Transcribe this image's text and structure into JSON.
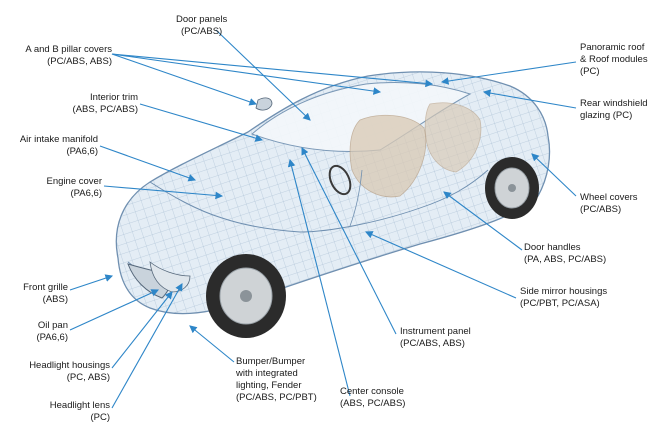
{
  "diagram": {
    "labels": {
      "door_panels": {
        "line1": "Door panels",
        "line2": "(PC/ABS)"
      },
      "pillar_covers": {
        "line1": "A and B pillar covers",
        "line2": "(PC/ABS, ABS)"
      },
      "interior_trim": {
        "line1": "Interior trim",
        "line2": "(ABS, PC/ABS)"
      },
      "air_intake": {
        "line1": "Air intake manifold",
        "line2": "(PA6,6)"
      },
      "engine_cover": {
        "line1": "Engine cover",
        "line2": "(PA6,6)"
      },
      "front_grille": {
        "line1": "Front grille",
        "line2": "(ABS)"
      },
      "oil_pan": {
        "line1": "Oil pan",
        "line2": "(PA6,6)"
      },
      "headlight_housings": {
        "line1": "Headlight housings",
        "line2": "(PC, ABS)"
      },
      "headlight_lens": {
        "line1": "Headlight lens",
        "line2": "(PC)"
      },
      "bumper": {
        "line1": "Bumper/Bumper",
        "line2": "with integrated",
        "line3": "lighting, Fender",
        "line4": "(PC/ABS, PC/PBT)"
      },
      "center_console": {
        "line1": "Center console",
        "line2": "(ABS, PC/ABS)"
      },
      "instrument_panel": {
        "line1": "Instrument panel",
        "line2": "(PC/ABS, ABS)"
      },
      "mirror_housings": {
        "line1": "Side mirror housings",
        "line2": "(PC/PBT, PC/ASA)"
      },
      "door_handles": {
        "line1": "Door handles",
        "line2": "(PA, ABS, PC/ABS)"
      },
      "wheel_covers": {
        "line1": "Wheel covers",
        "line2": "(PC/ABS)"
      },
      "rear_windshield": {
        "line1": "Rear windshield",
        "line2": "glazing (PC)"
      },
      "panoramic_roof": {
        "line1": "Panoramic roof",
        "line2": "& Roof modules",
        "line3": "(PC)"
      }
    },
    "colors": {
      "leader_line": "#2e86c8",
      "car_outline": "#6f8fb0",
      "car_fill": "#e4edf5",
      "wheel": "#2b2b2b",
      "rim": "#cfd3d6",
      "interior": "#d9c9b4"
    }
  }
}
